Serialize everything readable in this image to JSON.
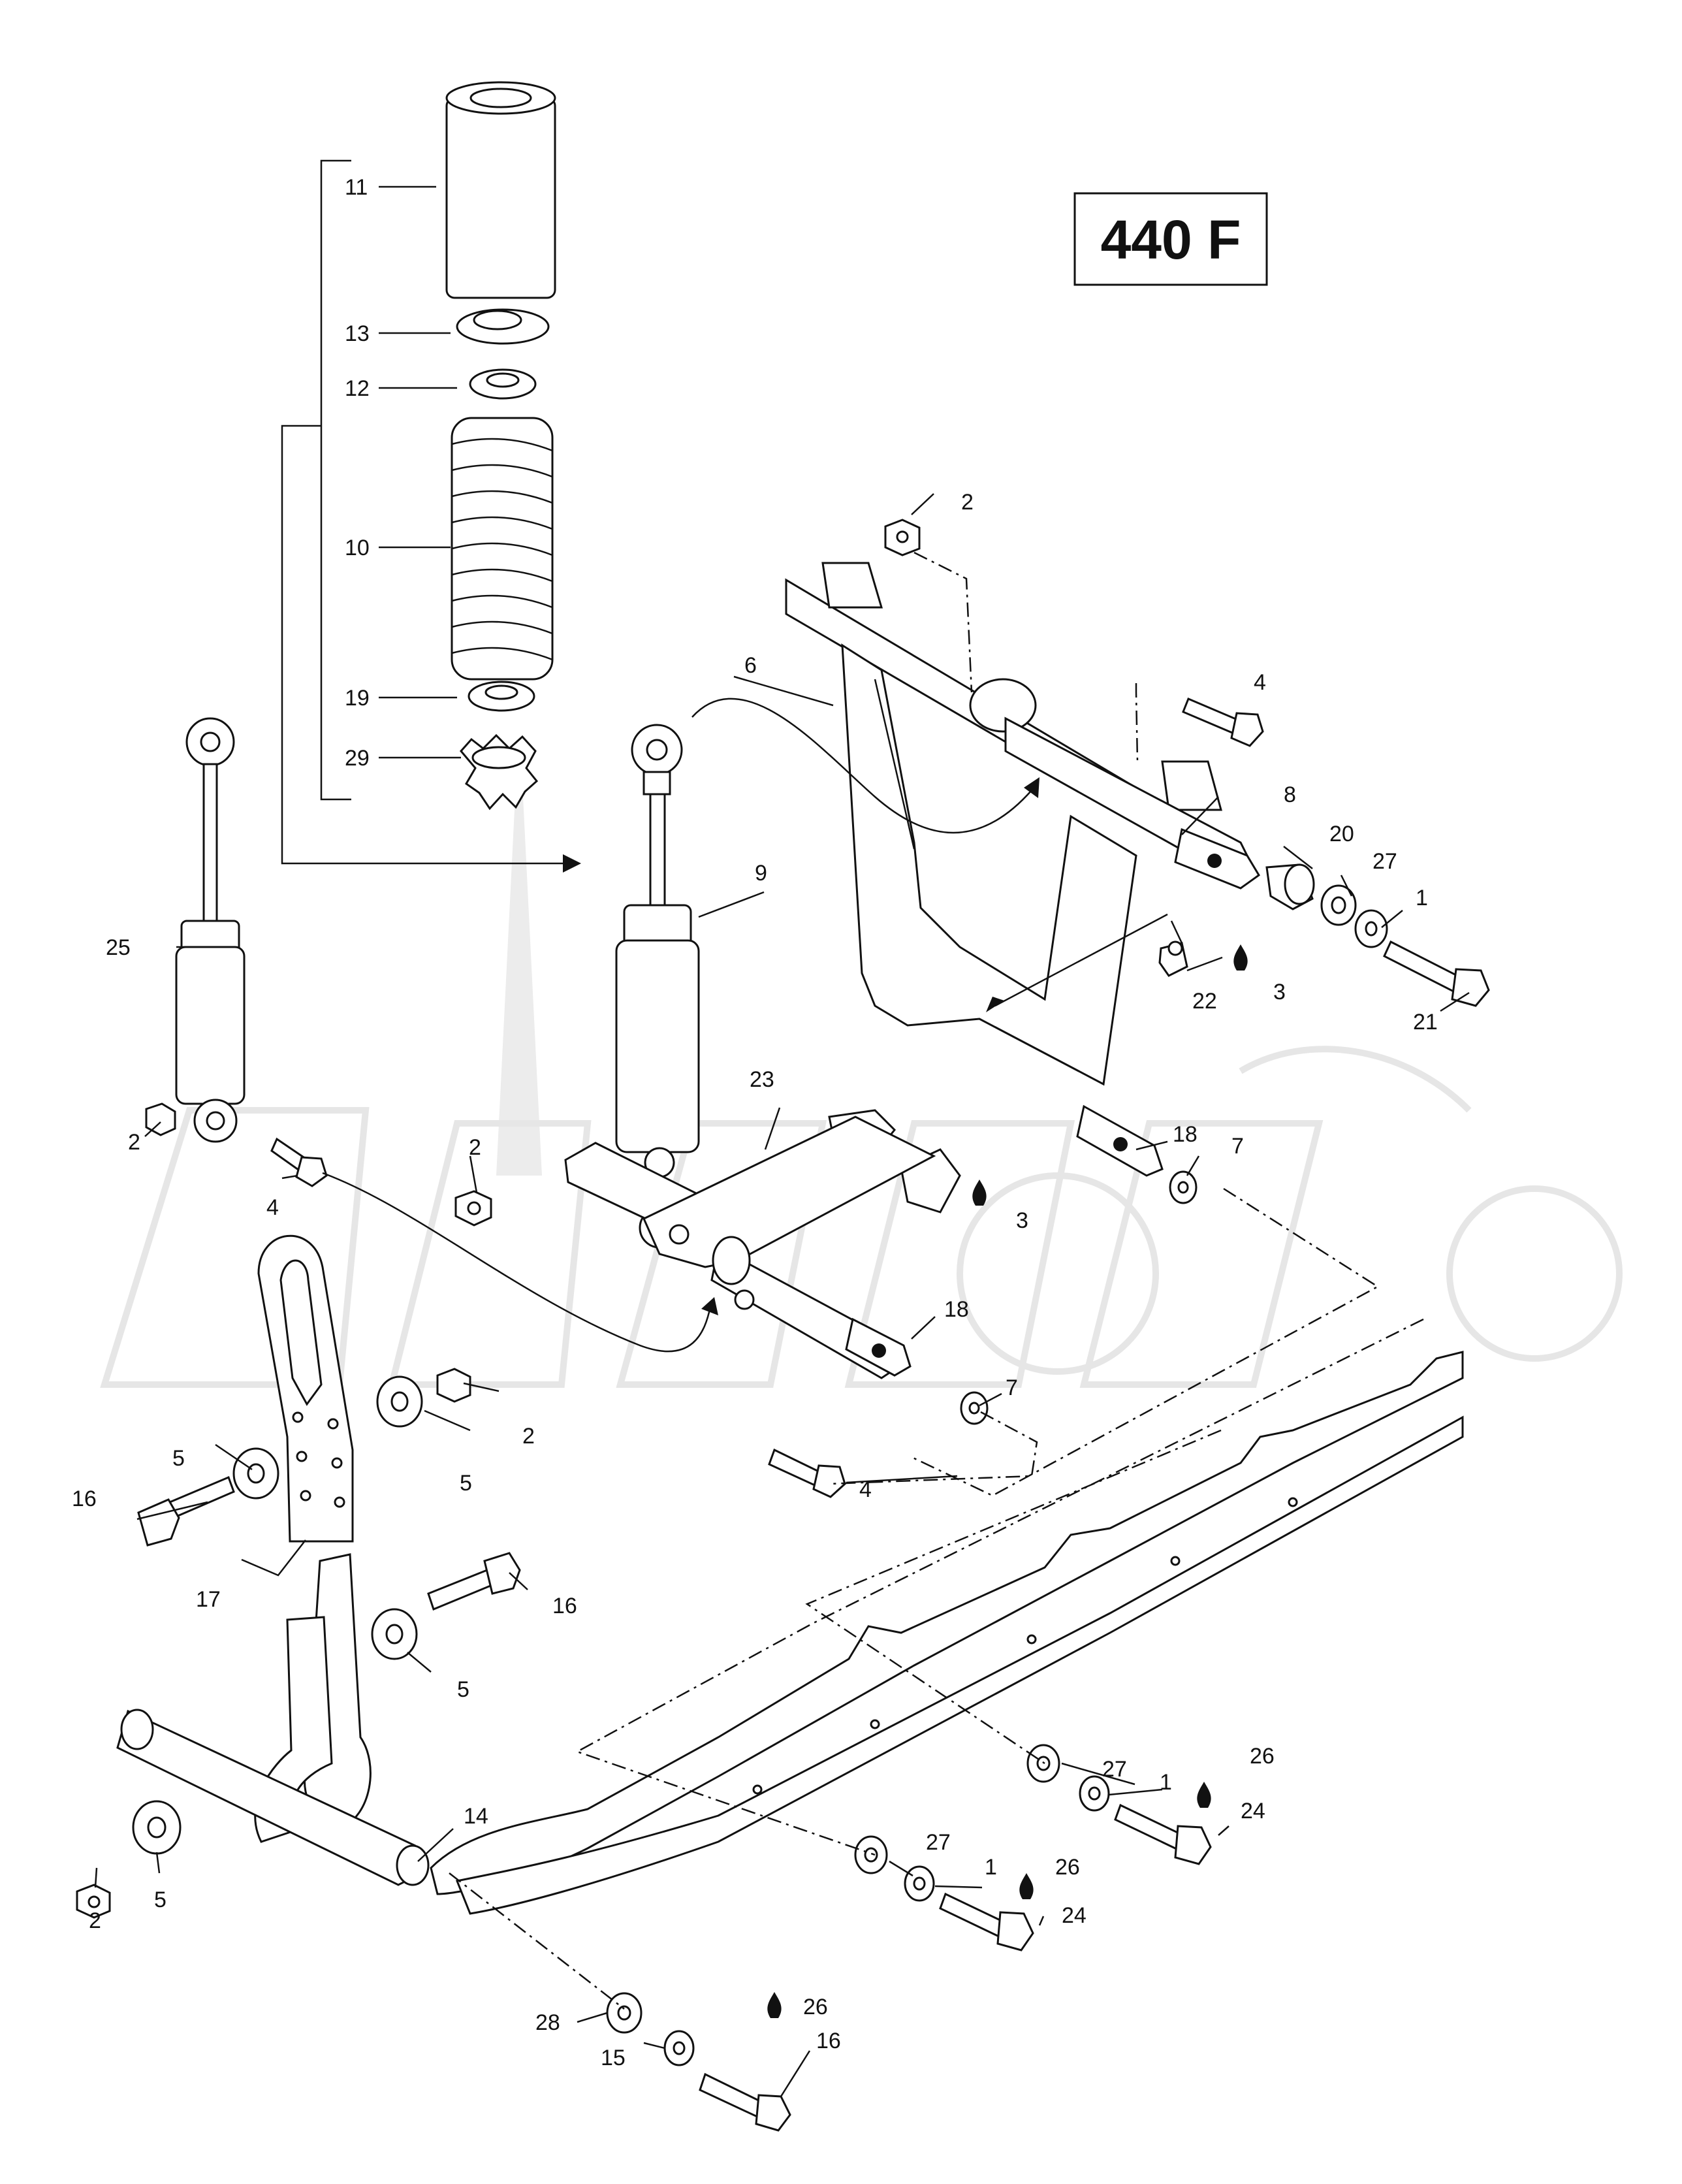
{
  "model_code": "440 F",
  "callouts": {
    "c1": "1",
    "c2": "2",
    "c3": "3",
    "c4": "4",
    "c5": "5",
    "c6": "6",
    "c7": "7",
    "c8": "8",
    "c9": "9",
    "c10": "10",
    "c11": "11",
    "c12": "12",
    "c13": "13",
    "c14": "14",
    "c15": "15",
    "c16": "16",
    "c17": "17",
    "c18": "18",
    "c19": "19",
    "c20": "20",
    "c21": "21",
    "c22": "22",
    "c23": "23",
    "c24": "24",
    "c25": "25",
    "c26": "26",
    "c27": "27",
    "c28": "28",
    "c29": "29"
  }
}
